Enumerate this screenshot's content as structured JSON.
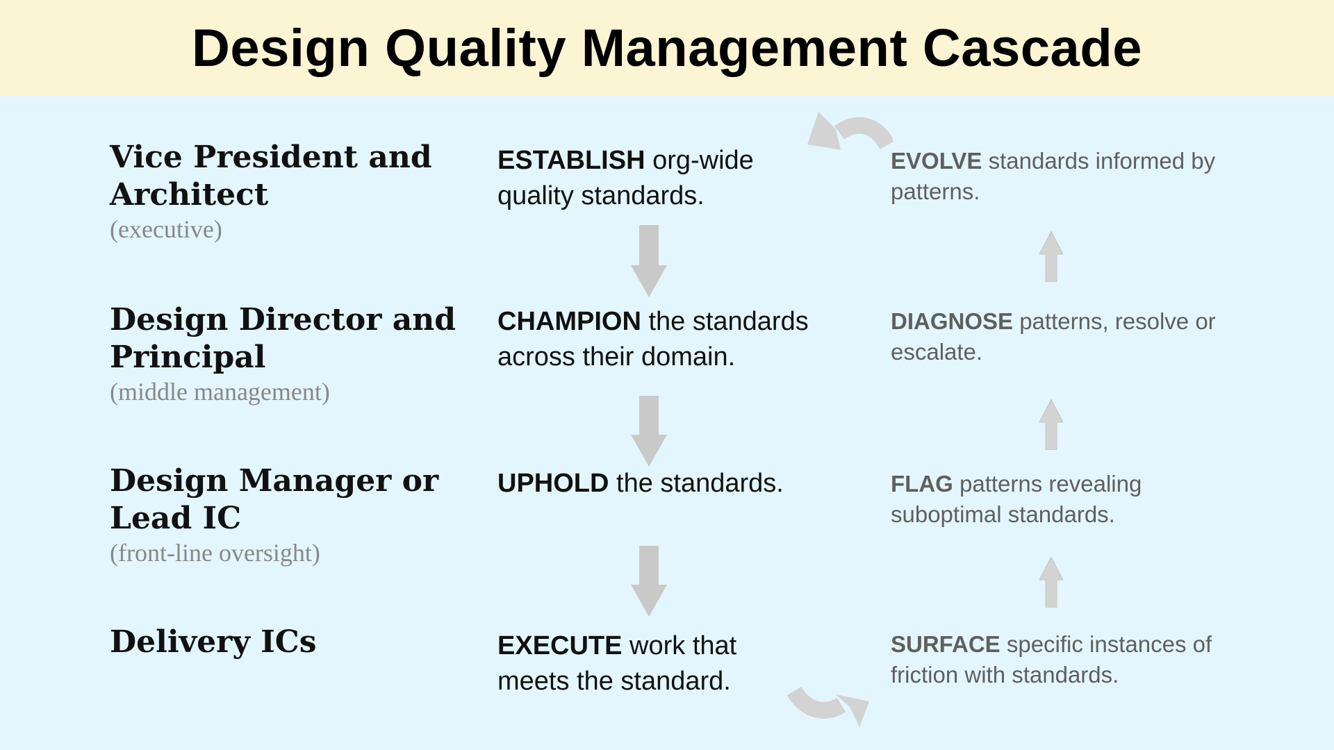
{
  "title": "Design Quality Management Cascade",
  "rows": [
    {
      "role": "Vice President and Architect",
      "role_line1": "Vice President and",
      "role_line2": "Architect",
      "level": "(executive)",
      "action_verb": "ESTABLISH",
      "action_text": " org-wide quality standards.",
      "feedback_verb": "EVOLVE",
      "feedback_text": " standards informed by patterns."
    },
    {
      "role": "Design Director and Principal",
      "role_line1": "Design Director and",
      "role_line2": "Principal",
      "level": "(middle management)",
      "action_verb": "CHAMPION",
      "action_text": " the standards across their domain.",
      "feedback_verb": "DIAGNOSE",
      "feedback_text": " patterns, resolve or escalate."
    },
    {
      "role": "Design Manager or Lead IC",
      "role_line1": "Design Manager or",
      "role_line2": "Lead IC",
      "level": "(front-line oversight)",
      "action_verb": "UPHOLD",
      "action_text": " the standards.",
      "feedback_verb": "FLAG",
      "feedback_text": " patterns revealing suboptimal standards."
    },
    {
      "role": "Delivery ICs",
      "role_line1": "Delivery ICs",
      "role_line2": "",
      "level": "",
      "action_verb": "EXECUTE",
      "action_text": " work that meets the standard.",
      "feedback_verb": "SURFACE",
      "feedback_text": " specific instances of friction with standards."
    }
  ],
  "colors": {
    "header_bg": "#fcf5d3",
    "body_bg": "#e3f6fe",
    "arrow": "#c9c9c9",
    "feedback_text": "#5f5f5f",
    "level_text": "#888888"
  }
}
